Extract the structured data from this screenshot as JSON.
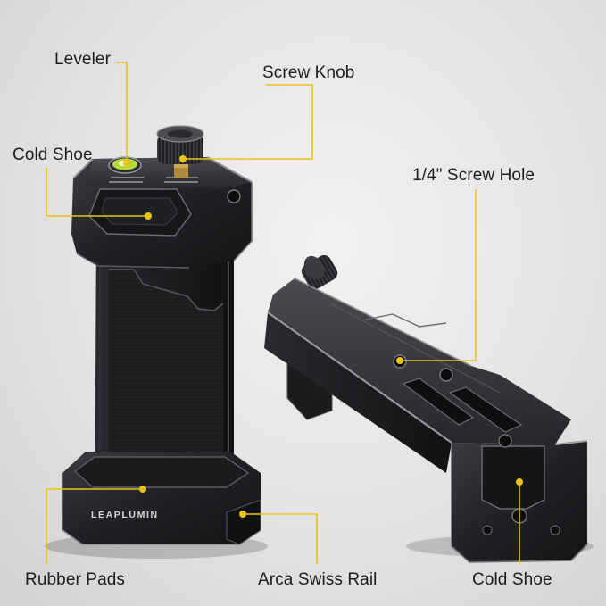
{
  "labels": {
    "leveler": "Leveler",
    "screw_knob": "Screw Knob",
    "cold_shoe_top": "Cold Shoe",
    "screw_hole": "1/4\" Screw Hole",
    "rubber_pads": "Rubber Pads",
    "arca_rail": "Arca Swiss Rail",
    "cold_shoe_bottom": "Cold Shoe"
  },
  "brand": "LEAPLUMIN",
  "colors": {
    "callout": "#e9c21a",
    "text": "#1c1c1c",
    "metal_dark": "#1b1c1e",
    "metal_edge": "#8a8c90",
    "background": "#e4e4e4"
  }
}
